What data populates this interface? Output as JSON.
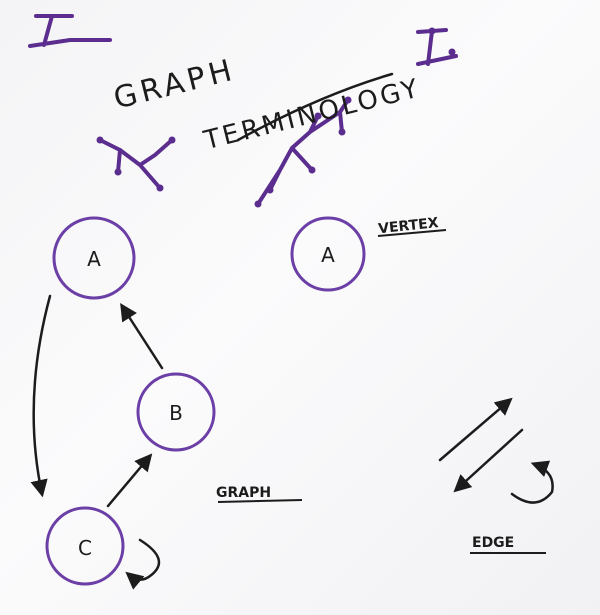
{
  "whiteboard": {
    "title_line1": "GRAPH",
    "title_line2": "TERMINOLOGY",
    "graph_nodes": [
      "A",
      "B",
      "C"
    ],
    "vertex_node_label": "A",
    "vertex_label": "VERTEX",
    "graph_label": "GRAPH",
    "edge_label": "EDGE"
  },
  "colors": {
    "marker_purple": "#5b2d8e",
    "marker_black": "#1c1c1c"
  }
}
